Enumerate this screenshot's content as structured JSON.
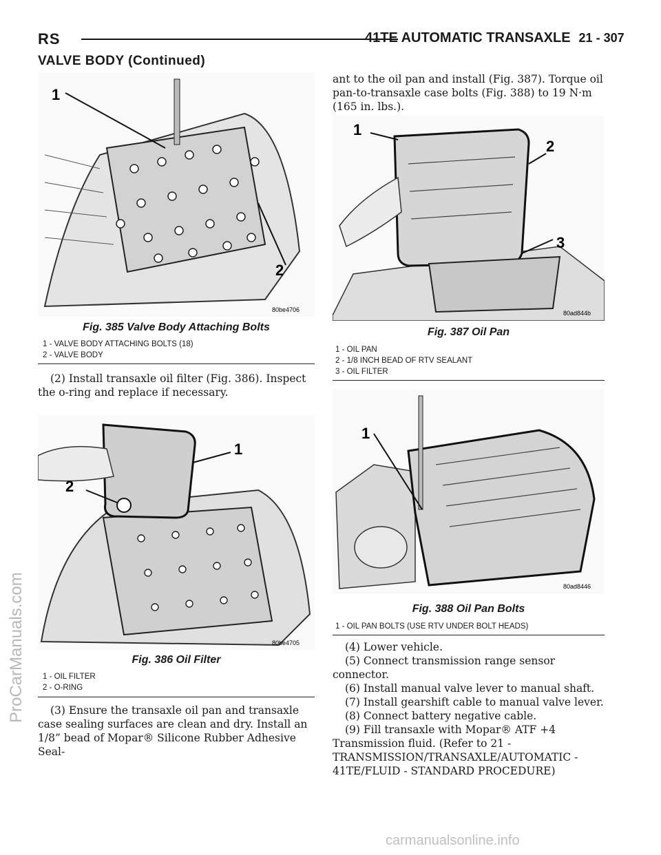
{
  "header": {
    "left": "RS",
    "title": "41TE AUTOMATIC TRANSAXLE",
    "page": "21 - 307"
  },
  "section_title": "VALVE BODY (Continued)",
  "fig385": {
    "caption": "Fig. 385 Valve Body Attaching Bolts",
    "legend": [
      "1 - VALVE BODY ATTACHING BOLTS (18)",
      "2 - VALVE BODY"
    ],
    "code": "80be4706",
    "callouts": [
      "1",
      "2"
    ]
  },
  "fig386": {
    "caption": "Fig. 386 Oil Filter",
    "legend": [
      "1 - OIL FILTER",
      "2 - O-RING"
    ],
    "code": "80be4705",
    "callouts": [
      "1",
      "2"
    ]
  },
  "fig387": {
    "caption": "Fig. 387 Oil Pan",
    "legend": [
      "1 - OIL PAN",
      "2 - 1/8 INCH BEAD OF RTV SEALANT",
      "3 - OIL FILTER"
    ],
    "code": "80ad844b",
    "callouts": [
      "1",
      "2",
      "3"
    ]
  },
  "fig388": {
    "caption": "Fig. 388 Oil Pan Bolts",
    "legend": [
      "1 - OIL PAN BOLTS (USE RTV UNDER BOLT HEADS)"
    ],
    "code": "80ad8446",
    "callouts": [
      "1"
    ]
  },
  "text": {
    "step2": "(2) Install transaxle oil filter (Fig. 386). Inspect the o-ring and replace if necessary.",
    "step3": "(3) Ensure the transaxle oil pan and transaxle case sealing surfaces are clean and dry. Install an 1/8” bead of Mopar® Silicone Rubber Adhesive Seal-",
    "step3_cont": "ant to the oil pan and install (Fig. 387). Torque oil pan-to-transaxle case bolts (Fig. 388) to 19 N·m (165 in. lbs.).",
    "steps_right": [
      "(4) Lower vehicle.",
      "(5) Connect transmission range sensor connector.",
      "(6) Install manual valve lever to manual shaft.",
      "(7) Install gearshift cable to manual valve lever.",
      "(8) Connect battery negative cable.",
      "(9) Fill transaxle with Mopar® ATF +4 Transmission fluid. (Refer to 21 - TRANSMISSION/TRANSAXLE/AUTOMATIC - 41TE/FLUID - STANDARD PROCEDURE)"
    ]
  },
  "watermarks": {
    "side": "ProCarManuals.com",
    "bottom": "carmanualsonline.info"
  }
}
